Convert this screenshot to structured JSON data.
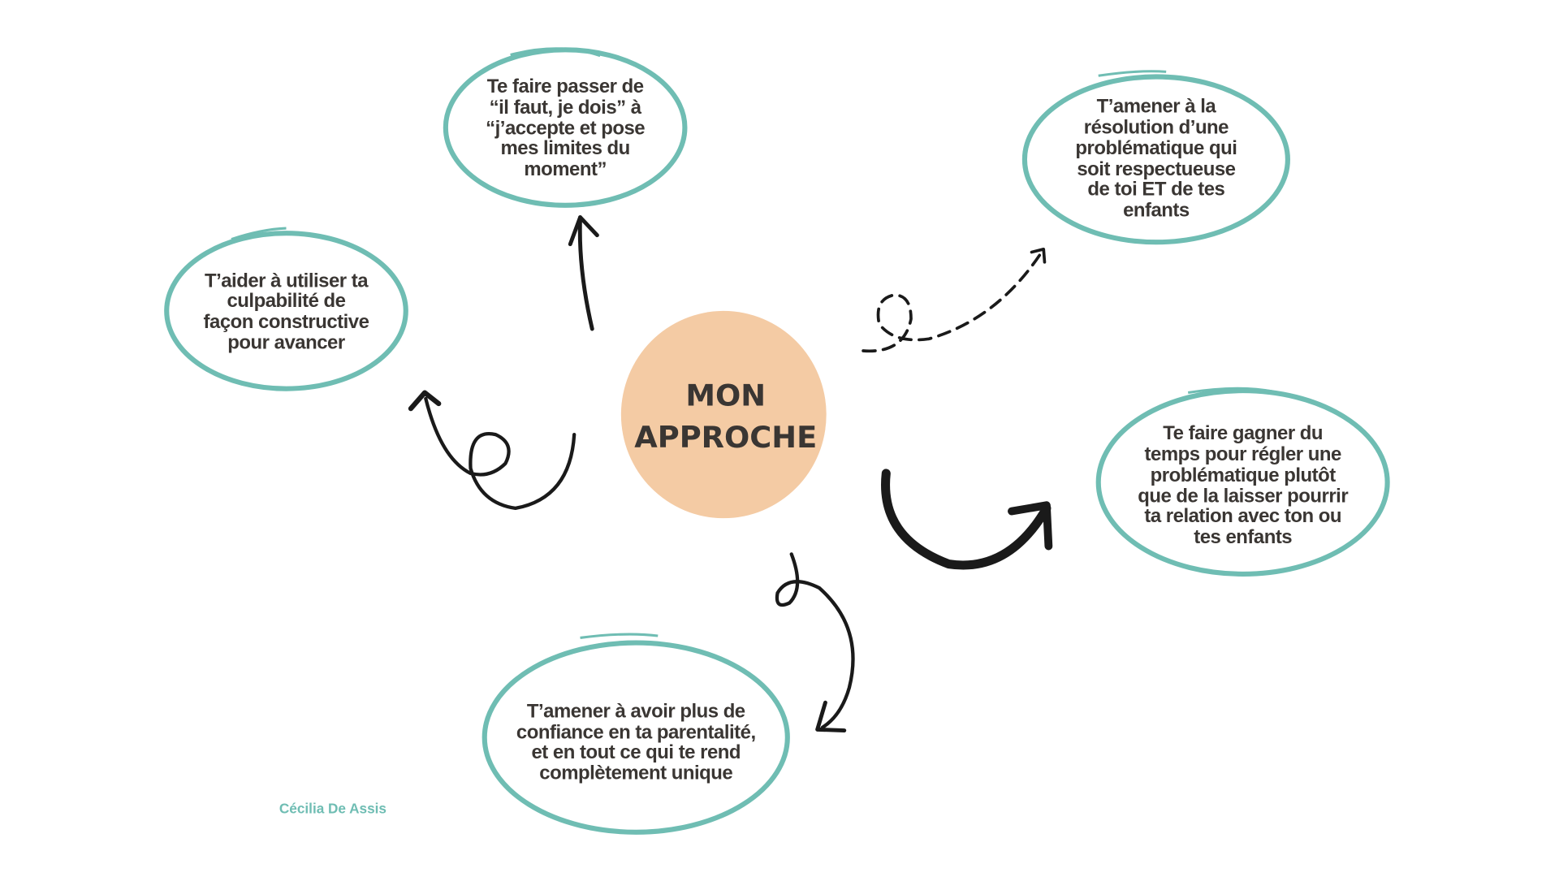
{
  "center": {
    "lines": [
      "MON",
      "APPROCHE"
    ]
  },
  "bubbles": [
    {
      "lines": [
        "Te faire passer de",
        "“il faut, je dois” à",
        "“j’accepte et pose",
        "mes limites du",
        "moment”"
      ]
    },
    {
      "lines": [
        "T’amener à la",
        "résolution d’une",
        "problématique qui",
        "soit respectueuse",
        "de toi ET de tes",
        "enfants"
      ]
    },
    {
      "lines": [
        "T’aider à utiliser ta",
        "culpabilité de",
        "façon constructive",
        "pour avancer"
      ]
    },
    {
      "lines": [
        "Te faire gagner du",
        "temps pour régler une",
        "problématique plutôt",
        "que de la laisser pourrir",
        "ta relation avec ton ou",
        "tes enfants"
      ]
    },
    {
      "lines": [
        "T’amener à avoir plus de",
        "confiance en ta parentalité,",
        "et en tout ce qui te rend",
        "complètement unique"
      ]
    }
  ],
  "signature": "Cécilia De Assis",
  "colors": {
    "teal": "#6fbdb3",
    "peach": "#f4cba4",
    "ink": "#1a1a1a",
    "text": "#3a3633"
  }
}
